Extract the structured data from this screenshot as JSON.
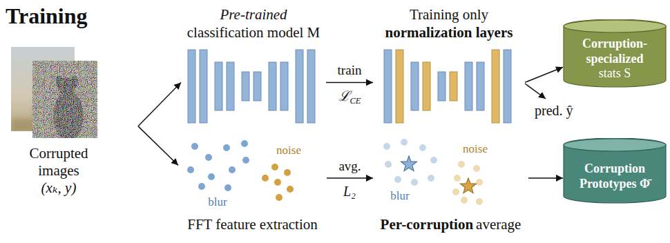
{
  "diagram": {
    "title": "Training",
    "nodes": [
      {
        "text": [
          "Corrupted images",
          "(xₖ, y)"
        ]
      },
      {
        "text": [
          "Pre-trained",
          "classification model M"
        ]
      },
      {
        "text": [
          "Training only",
          "normalization layers"
        ]
      },
      {
        "text": [
          "Corruption-specialized",
          "stats S"
        ]
      },
      {
        "text": [
          "noise",
          "blur",
          "FFT feature extraction"
        ]
      },
      {
        "text": [
          "noise",
          "blur",
          "Per-corruption",
          "average"
        ]
      },
      {
        "text": [
          "Corruption Prototypes Φ̄"
        ]
      }
    ],
    "edges": [
      {
        "from": 0,
        "to": 1,
        "arrow": "to"
      },
      {
        "from": 0,
        "to": 4,
        "arrow": "to"
      },
      {
        "from": 1,
        "to": 2,
        "label": "train",
        "arrow": "to"
      },
      {
        "from": 2,
        "to": 3,
        "arrow": "to"
      },
      {
        "from": 4,
        "to": 5,
        "label": "avg.",
        "arrow": "to"
      },
      {
        "from": 5,
        "to": 6,
        "arrow": "to"
      }
    ],
    "labels": [
      "ℒCE",
      "pred. ŷ",
      "L₂"
    ]
  }
}
